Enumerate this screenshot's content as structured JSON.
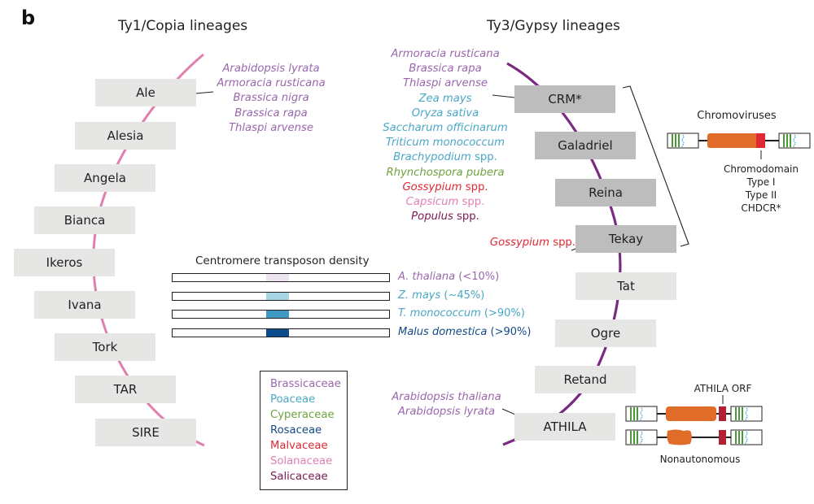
{
  "panel_letter": "b",
  "copia": {
    "title": "Ty1/Copia lineages",
    "line_color": "#e07fae",
    "lineages": [
      {
        "name": "Ale"
      },
      {
        "name": "Alesia"
      },
      {
        "name": "Angela"
      },
      {
        "name": "Bianca"
      },
      {
        "name": "Ikeros"
      },
      {
        "name": "Ivana"
      },
      {
        "name": "Tork"
      },
      {
        "name": "TAR"
      },
      {
        "name": "SIRE"
      }
    ],
    "ale_species": [
      {
        "text": "Arabidopsis lyrata",
        "family": "Brassicaceae"
      },
      {
        "text": "Armoracia rusticana",
        "family": "Brassicaceae"
      },
      {
        "text": "Brassica nigra",
        "family": "Brassicaceae"
      },
      {
        "text": "Brassica rapa",
        "family": "Brassicaceae"
      },
      {
        "text": "Thlaspi arvense",
        "family": "Brassicaceae"
      }
    ]
  },
  "gypsy": {
    "title": "Ty3/Gypsy lineages",
    "line_color": "#7b2a82",
    "lineages": [
      {
        "name": "CRM*",
        "highlight": true
      },
      {
        "name": "Galadriel",
        "highlight": true
      },
      {
        "name": "Reina",
        "highlight": true
      },
      {
        "name": "Tekay",
        "highlight": true
      },
      {
        "name": "Tat",
        "highlight": false
      },
      {
        "name": "Ogre",
        "highlight": false
      },
      {
        "name": "Retand",
        "highlight": false
      },
      {
        "name": "ATHILA",
        "highlight": false
      }
    ],
    "crm_species": [
      {
        "italic": "Armoracia rusticana",
        "suffix": "",
        "family": "Brassicaceae"
      },
      {
        "italic": "Brassica rapa",
        "suffix": "",
        "family": "Brassicaceae"
      },
      {
        "italic": "Thlaspi arvense",
        "suffix": "",
        "family": "Brassicaceae"
      },
      {
        "italic": "Zea mays",
        "suffix": "",
        "family": "Poaceae"
      },
      {
        "italic": "Oryza sativa",
        "suffix": "",
        "family": "Poaceae"
      },
      {
        "italic": "Saccharum officinarum",
        "suffix": "",
        "family": "Poaceae"
      },
      {
        "italic": "Triticum monococcum",
        "suffix": "",
        "family": "Poaceae"
      },
      {
        "italic": "Brachypodium",
        "suffix": " spp.",
        "family": "Poaceae"
      },
      {
        "italic": "Rhynchospora pubera",
        "suffix": "",
        "family": "Cyperaceae"
      },
      {
        "italic": "Gossypium",
        "suffix": " spp.",
        "family": "Malvaceae"
      },
      {
        "italic": "Capsicum",
        "suffix": " spp.",
        "family": "Solanaceae"
      },
      {
        "italic": "Populus",
        "suffix": " spp.",
        "family": "Salicaceae"
      }
    ],
    "tekay_species": {
      "italic": "Gossypium",
      "suffix": " spp.",
      "family": "Malvaceae"
    },
    "athila_species": [
      {
        "text": "Arabidopsis thaliana",
        "family": "Brassicaceae"
      },
      {
        "text": "Arabidopsis lyrata",
        "family": "Brassicaceae"
      }
    ]
  },
  "chromoviruses": {
    "title": "Chromoviruses",
    "domain_label": "Chromodomain",
    "types": [
      "Type I",
      "Type II",
      "CHDCR*"
    ]
  },
  "athila_structure": {
    "orf_label": "ATHILA ORF",
    "nonautonomous_label": "Nonautonomous"
  },
  "density": {
    "title": "Centromere transposon density",
    "rows": [
      {
        "species": "A. thaliana",
        "value": "(<10%)",
        "band_color": "#ece3f0",
        "label_color": "#9a67ad"
      },
      {
        "species": "Z. mays",
        "value": "(~45%)",
        "band_color": "#a9d6e5",
        "label_color": "#4aa7c6"
      },
      {
        "species": "T. monococcum",
        "value": "(>90%)",
        "band_color": "#3e9ac2",
        "label_color": "#4aa7c6"
      },
      {
        "species": "Malus domestica",
        "value": "(>90%)",
        "band_color": "#0d4c8c",
        "label_color": "#144a86"
      }
    ]
  },
  "legend": {
    "items": [
      {
        "family": "Brassicaceae",
        "color": "#9a67ad"
      },
      {
        "family": "Poaceae",
        "color": "#4aa7c6"
      },
      {
        "family": "Cyperaceae",
        "color": "#6ea33d"
      },
      {
        "family": "Rosaceae",
        "color": "#144a86"
      },
      {
        "family": "Malvaceae",
        "color": "#e02834"
      },
      {
        "family": "Solanaceae",
        "color": "#e27fb1"
      },
      {
        "family": "Salicaceae",
        "color": "#7b1a52"
      }
    ]
  }
}
